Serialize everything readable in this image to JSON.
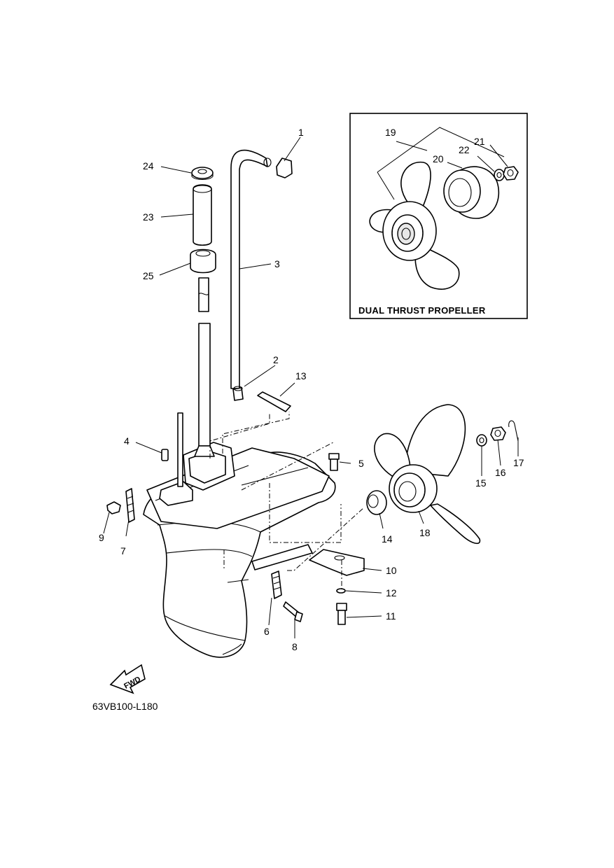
{
  "drawing_code": "63VB100-L180",
  "inset": {
    "title": "DUAL THRUST PROPELLER"
  },
  "fwd_arrow": {
    "label": "FWD"
  },
  "callouts": [
    "1",
    "2",
    "3",
    "4",
    "5",
    "6",
    "7",
    "8",
    "9",
    "10",
    "11",
    "12",
    "13",
    "14",
    "15",
    "16",
    "17",
    "18",
    "19",
    "20",
    "21",
    "22",
    "23",
    "24",
    "25"
  ]
}
